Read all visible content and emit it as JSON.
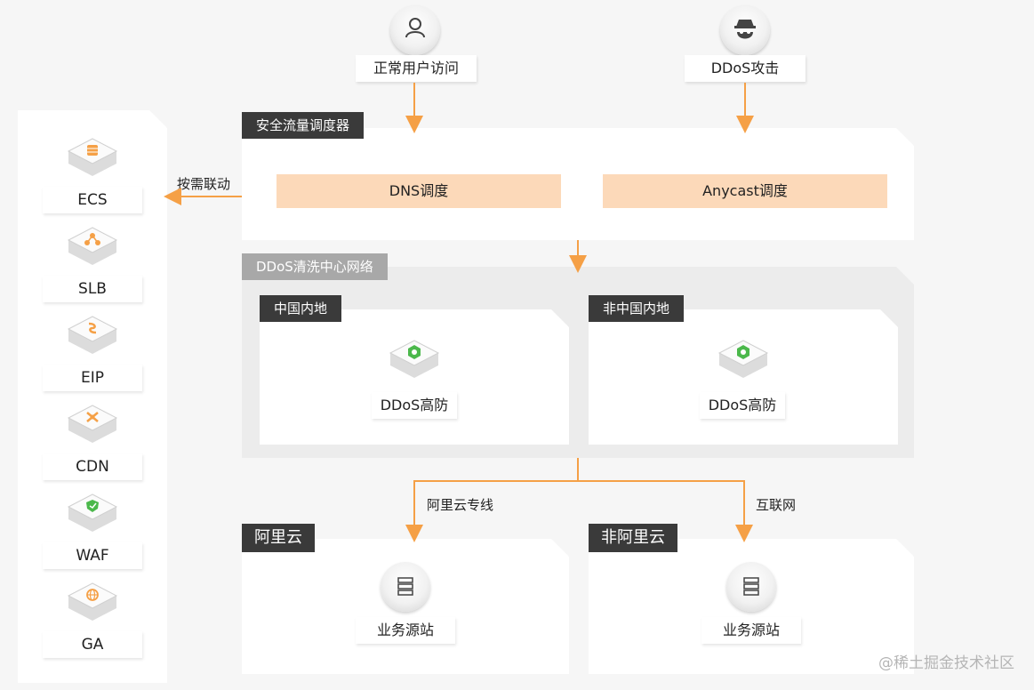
{
  "top": {
    "normal_user": "正常用户访问",
    "ddos_attack": "DDoS攻击"
  },
  "scheduler": {
    "tag": "安全流量调度器",
    "dns": "DNS调度",
    "anycast": "Anycast调度"
  },
  "linkage_label": "按需联动",
  "sidebar": {
    "items": [
      {
        "label": "ECS",
        "icon": "server-stack-icon"
      },
      {
        "label": "SLB",
        "icon": "load-balancer-icon"
      },
      {
        "label": "EIP",
        "icon": "elastic-ip-icon"
      },
      {
        "label": "CDN",
        "icon": "cdn-icon"
      },
      {
        "label": "WAF",
        "icon": "firewall-icon"
      },
      {
        "label": "GA",
        "icon": "globe-icon"
      }
    ]
  },
  "scrubbing": {
    "tag": "DDoS清洗中心网络",
    "mainland": {
      "tag": "中国内地",
      "product": "DDoS高防"
    },
    "overseas": {
      "tag": "非中国内地",
      "product": "DDoS高防"
    }
  },
  "routes": {
    "private_line": "阿里云专线",
    "internet": "互联网"
  },
  "origin": {
    "aliyun": {
      "tag": "阿里云",
      "label": "业务源站"
    },
    "non_aliyun": {
      "tag": "非阿里云",
      "label": "业务源站"
    }
  },
  "watermark": "@稀土掘金技术社区",
  "colors": {
    "accent": "#f5a046",
    "bar": "#fcd9b9",
    "tag_dark": "#3a3a3a",
    "tag_light": "#a8a8a8"
  }
}
